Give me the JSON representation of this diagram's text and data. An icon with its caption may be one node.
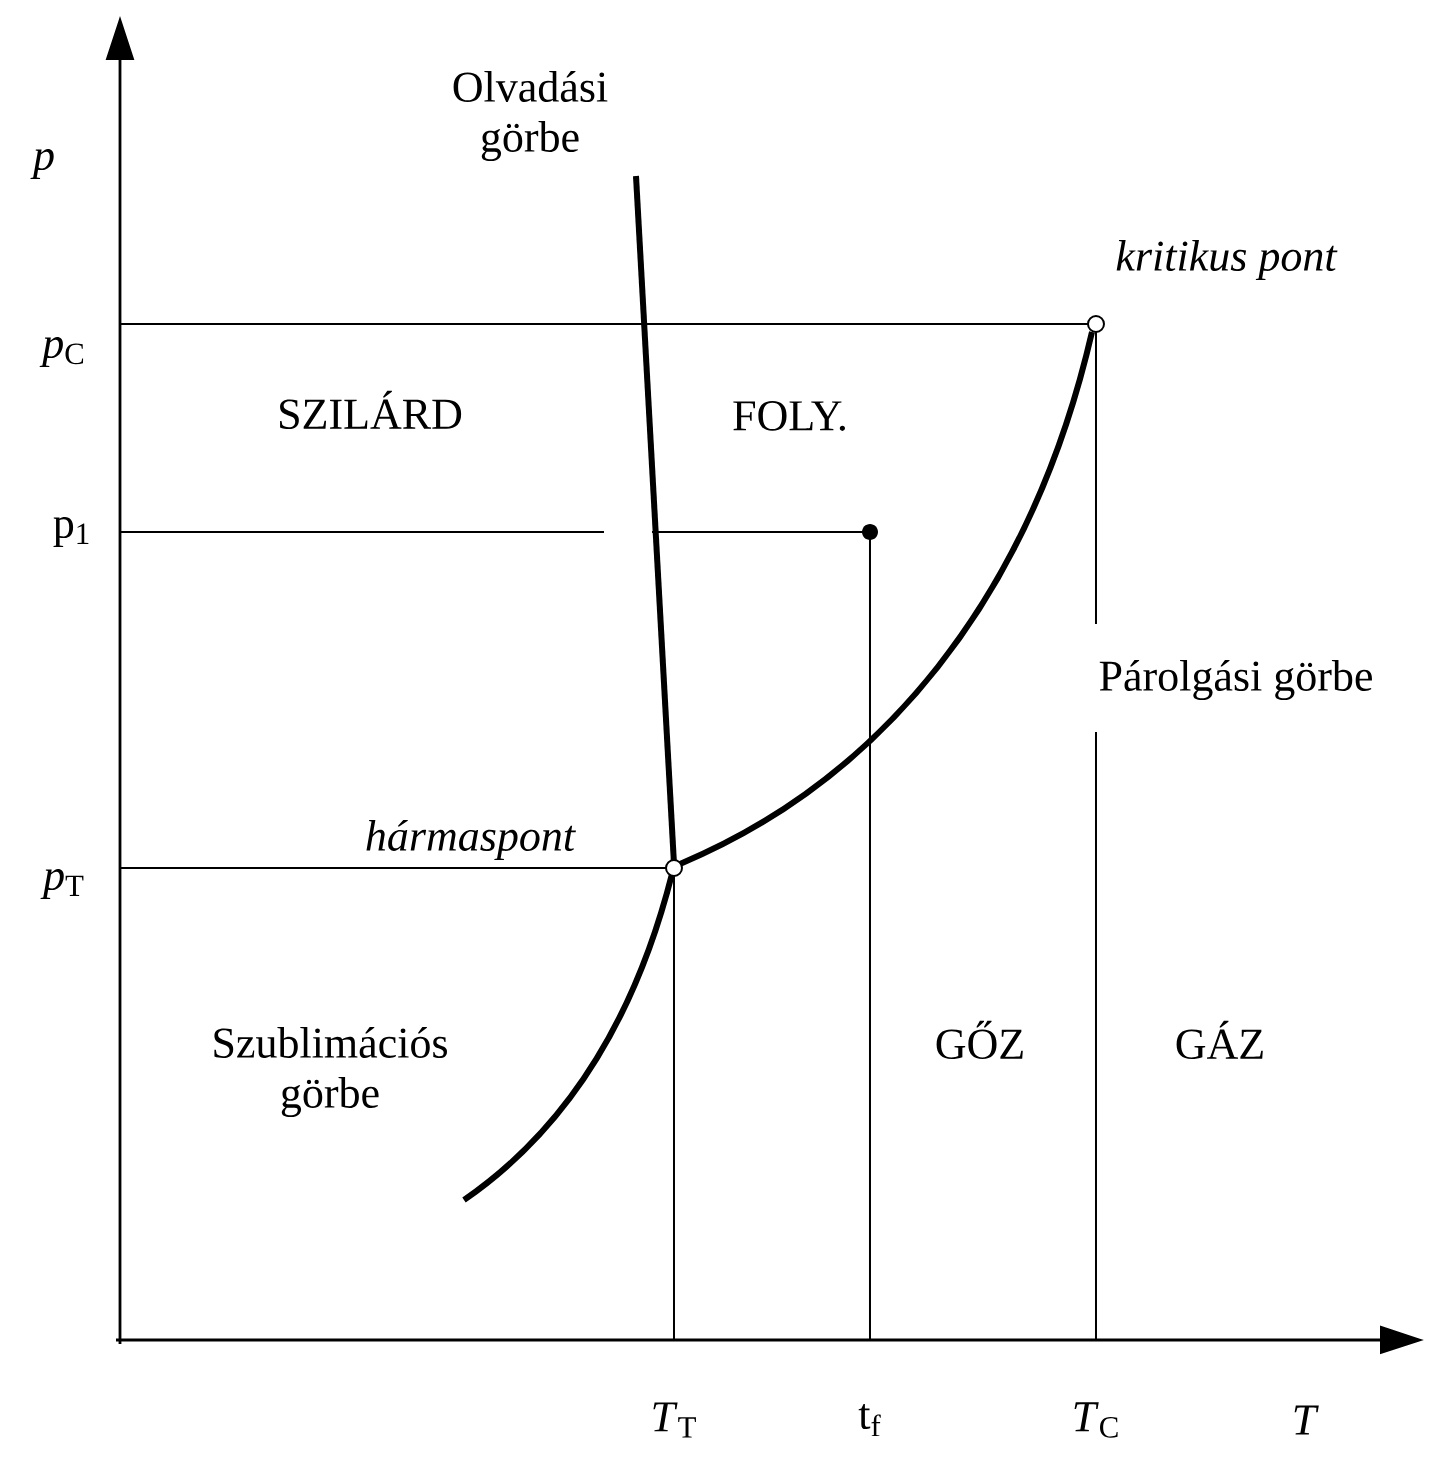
{
  "diagram": {
    "labels": [
      "Olvadási görbe",
      "p",
      "kritikus pont",
      "*p*$_{C}$",
      "SZILÁRD",
      "FOLY.",
      "p$_{1}$",
      "Párolgási görbe",
      "hármaspont",
      "*p*$_{T}$",
      "Szublimációs görbe",
      "GŐZ",
      "GÁZ",
      "*T*$_{T}$",
      "t$_{f}$",
      "*T*$_{C}$",
      "T"
    ]
  }
}
